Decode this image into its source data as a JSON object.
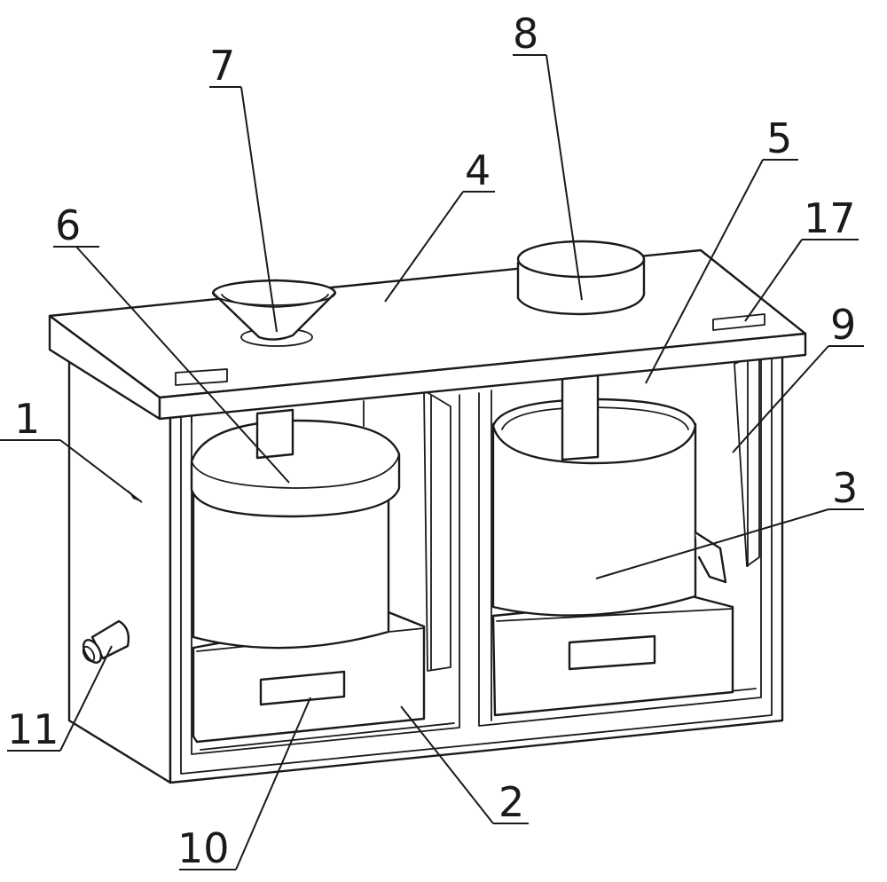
{
  "labels": {
    "l1": "1",
    "l2": "2",
    "l3": "3",
    "l4": "4",
    "l5": "5",
    "l6": "6",
    "l7": "7",
    "l8": "8",
    "l9": "9",
    "l10": "10",
    "l11": "11",
    "l17": "17"
  }
}
